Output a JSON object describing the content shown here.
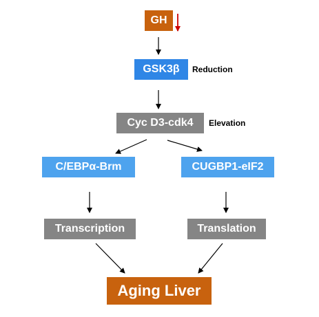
{
  "colors": {
    "orange": "#c8620e",
    "blue": "#2f86e6",
    "light_blue": "#4ea3ee",
    "gray": "#858585",
    "red_arrow": "#cc0000"
  },
  "nodes": {
    "gh": "GH",
    "gsk3b": "GSK3β",
    "cyc_d3_cdk4": "Cyc D3-cdk4",
    "cebpa_brm": "C/EBPα-Brm",
    "cugbp1_eif2": "CUGBP1-eIF2",
    "transcription": "Transcription",
    "translation": "Translation",
    "aging_liver": "Aging Liver"
  },
  "labels": {
    "reduction": "Reduction",
    "elevation": "Elevation"
  },
  "indicators": {
    "gh_trend": "down-arrow-icon"
  }
}
